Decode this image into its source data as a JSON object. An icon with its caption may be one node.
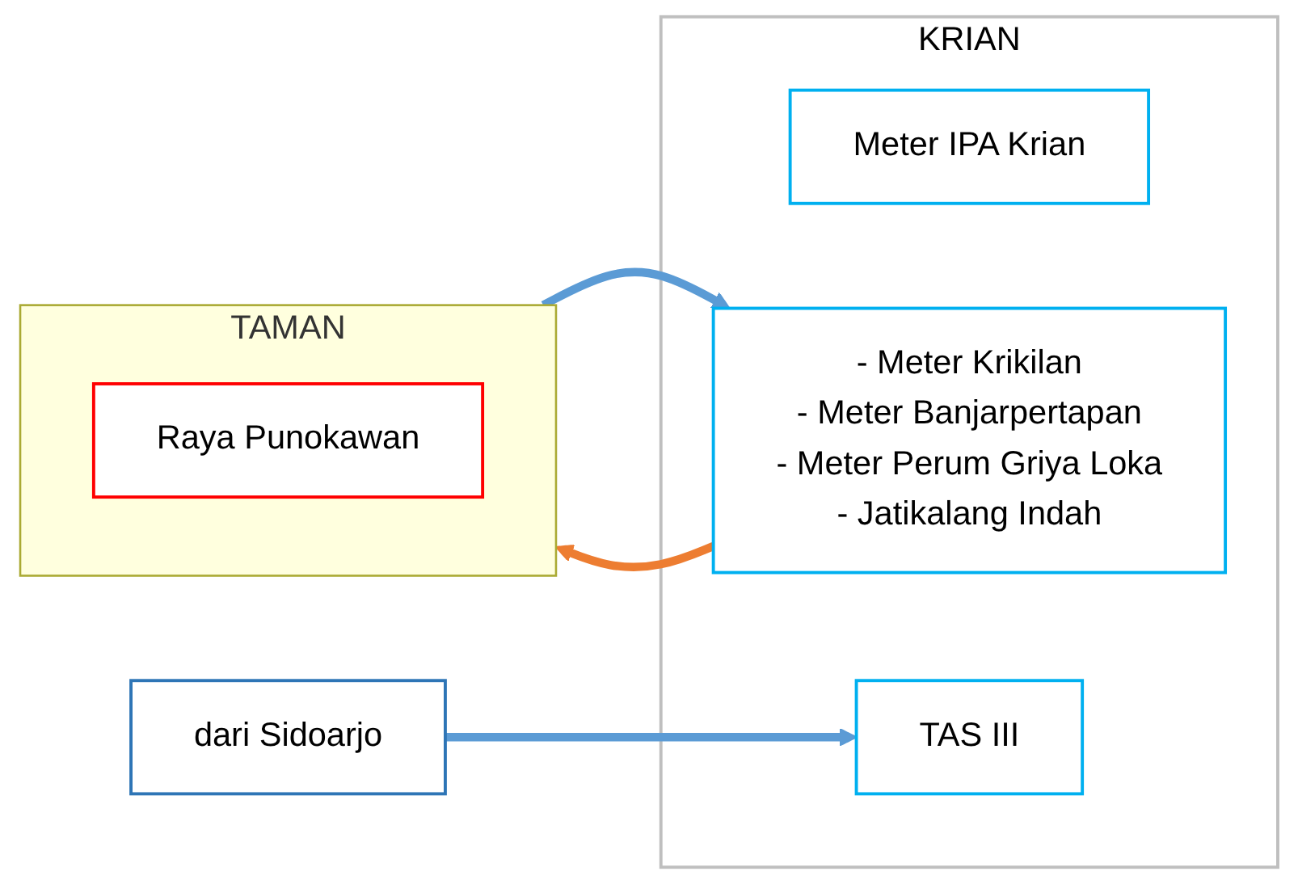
{
  "diagram": {
    "nodes": [
      {
        "text": [
          "KRIAN"
        ]
      },
      {
        "text": [
          "Meter IPA Krian"
        ],
        "in": 0
      },
      {
        "text": [
          "- Meter Krikilan",
          "- Meter Banjarpertapan",
          "- Meter Perum Griya Loka",
          "- Jatikalang Indah"
        ],
        "in": 0
      },
      {
        "text": [
          "TAS III"
        ],
        "in": 0
      },
      {
        "text": [
          "TAMAN"
        ]
      },
      {
        "text": [
          "Raya Punokawan"
        ],
        "in": 4
      },
      {
        "text": [
          "dari Sidoarjo"
        ]
      }
    ],
    "edges": [
      {
        "from": 4,
        "to": 2,
        "arrow": "to"
      },
      {
        "from": 2,
        "to": 4,
        "arrow": "to",
        "color": "#ed7d31"
      },
      {
        "from": 6,
        "to": 3,
        "arrow": "to"
      }
    ]
  }
}
